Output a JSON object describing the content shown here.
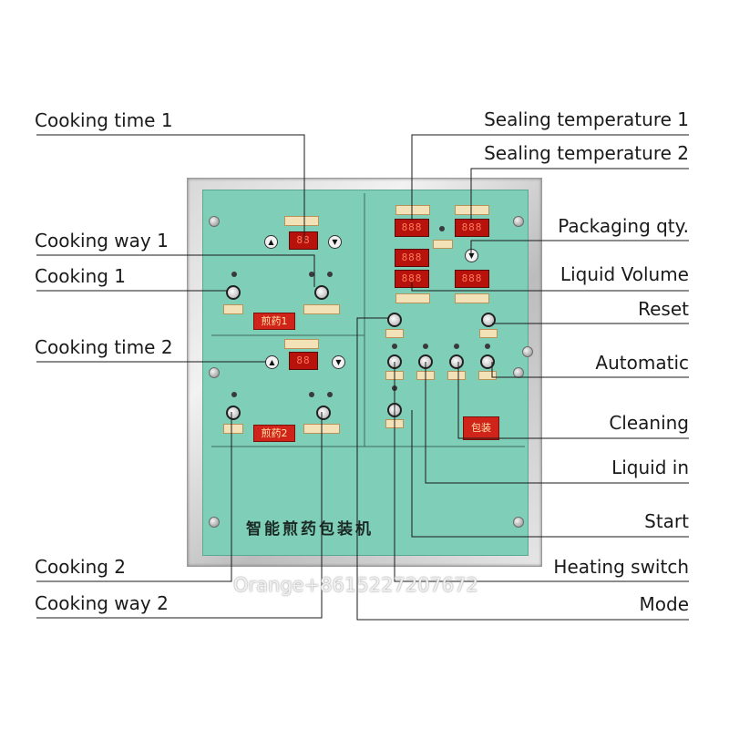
{
  "labels_left": [
    {
      "id": "cooking-time-1",
      "text": "Cooking time 1"
    },
    {
      "id": "cooking-way-1",
      "text": "Cooking way 1"
    },
    {
      "id": "cooking-1",
      "text": "Cooking 1"
    },
    {
      "id": "cooking-time-2",
      "text": "Cooking time 2"
    },
    {
      "id": "cooking-2",
      "text": "Cooking 2"
    },
    {
      "id": "cooking-way-2",
      "text": "Cooking way 2"
    }
  ],
  "labels_right": [
    {
      "id": "sealing-temperature-1",
      "text": "Sealing temperature 1"
    },
    {
      "id": "sealing-temperature-2",
      "text": "Sealing temperature 2"
    },
    {
      "id": "packaging-qty",
      "text": "Packaging qty."
    },
    {
      "id": "liquid-volume",
      "text": "Liquid Volume"
    },
    {
      "id": "reset",
      "text": "Reset"
    },
    {
      "id": "automatic",
      "text": "Automatic"
    },
    {
      "id": "cleaning",
      "text": "Cleaning"
    },
    {
      "id": "liquid-in",
      "text": "Liquid in"
    },
    {
      "id": "start",
      "text": "Start"
    },
    {
      "id": "heating-switch",
      "text": "Heating switch"
    },
    {
      "id": "mode",
      "text": "Mode"
    }
  ],
  "panel": {
    "title": "智能煎药包装机",
    "decoction_1": "煎药1",
    "decoction_2": "煎药2",
    "packaging": "包装"
  },
  "watermark": "Orange+8615227207672",
  "colors": {
    "panel": "#7fcfb8",
    "display": "#b8120c",
    "leader_line": "#1a1a1a"
  }
}
